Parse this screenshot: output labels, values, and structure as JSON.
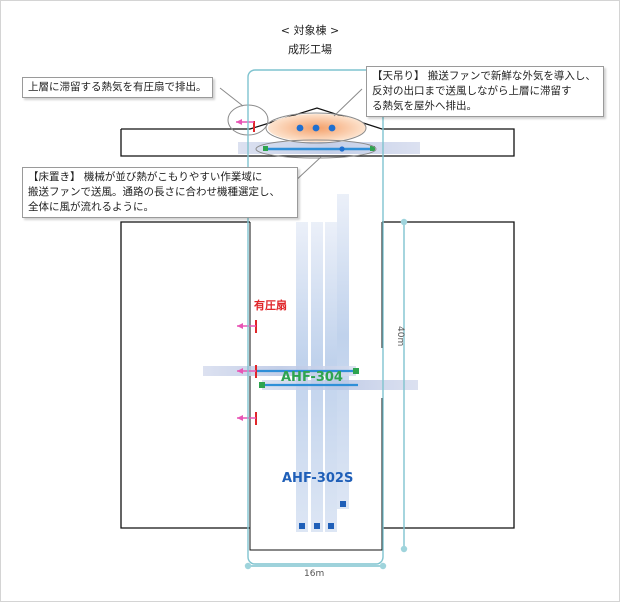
{
  "header": {
    "line1": "< 対象棟 >",
    "line2": "成形工場"
  },
  "callouts": {
    "roof_exhaust": "上層に滞留する熱気を有圧扇で排出。",
    "ceiling_hung": "【天吊り】 搬送ファンで新鮮な外気を導入し、\n反対の出口まで送風しながら上層に滞留す\nる熱気を屋外へ排出。",
    "floor_standing": "【床置き】 機械が並び熱がこもりやすい作業域に\n搬送ファンで送風。通路の長さに合わせ機種選定し、\n全体に風が流れるように。"
  },
  "labels": {
    "pressure_fan": "有圧扇",
    "ahf304": "AHF-304",
    "ahf302s": "AHF-302S"
  },
  "dimensions": {
    "length": "40m",
    "width": "16m"
  },
  "colors": {
    "teal_outline": "#7fc3cf",
    "airflow_blue": "#2f8fd8",
    "pressure_fan_red": "#e0262a",
    "arrow_pink": "#e855b5",
    "ahf304_green": "#2ea44f",
    "ahf302s_blue": "#1f5fb8",
    "heat_orange": "#f5b07a"
  }
}
